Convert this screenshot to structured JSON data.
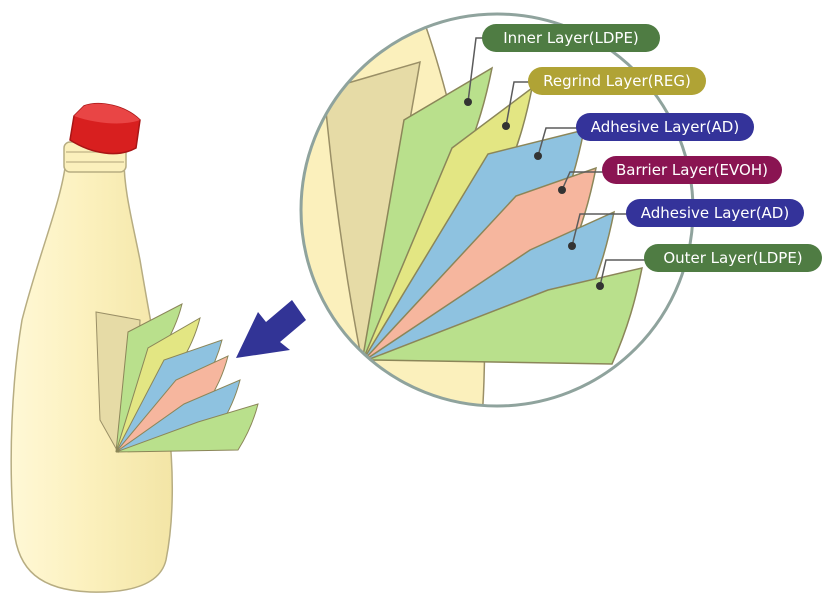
{
  "diagram": {
    "layers": [
      {
        "label": "Inner Layer(LDPE)",
        "fill": "#b9e08c",
        "tag_color": "#4f7c43"
      },
      {
        "label": "Regrind Layer(REG)",
        "fill": "#e3e683",
        "tag_color": "#b0a335"
      },
      {
        "label": "Adhesive Layer(AD)",
        "fill": "#8ec2e0",
        "tag_color": "#34339a"
      },
      {
        "label": "Barrier Layer(EVOH)",
        "fill": "#f6b69e",
        "tag_color": "#8a1452"
      },
      {
        "label": "Adhesive Layer(AD)",
        "fill": "#8ec2e0",
        "tag_color": "#34339a"
      },
      {
        "label": "Outer Layer(LDPE)",
        "fill": "#b9e08c",
        "tag_color": "#4f7c43"
      }
    ],
    "colors": {
      "bottle": "#fbf0bc",
      "bottle_outline": "#9a8f66",
      "cap": "#d81f1f",
      "cut_face": "#e6dba6",
      "zoom_ring": "#8fa39d",
      "arrow": "#323496"
    }
  }
}
